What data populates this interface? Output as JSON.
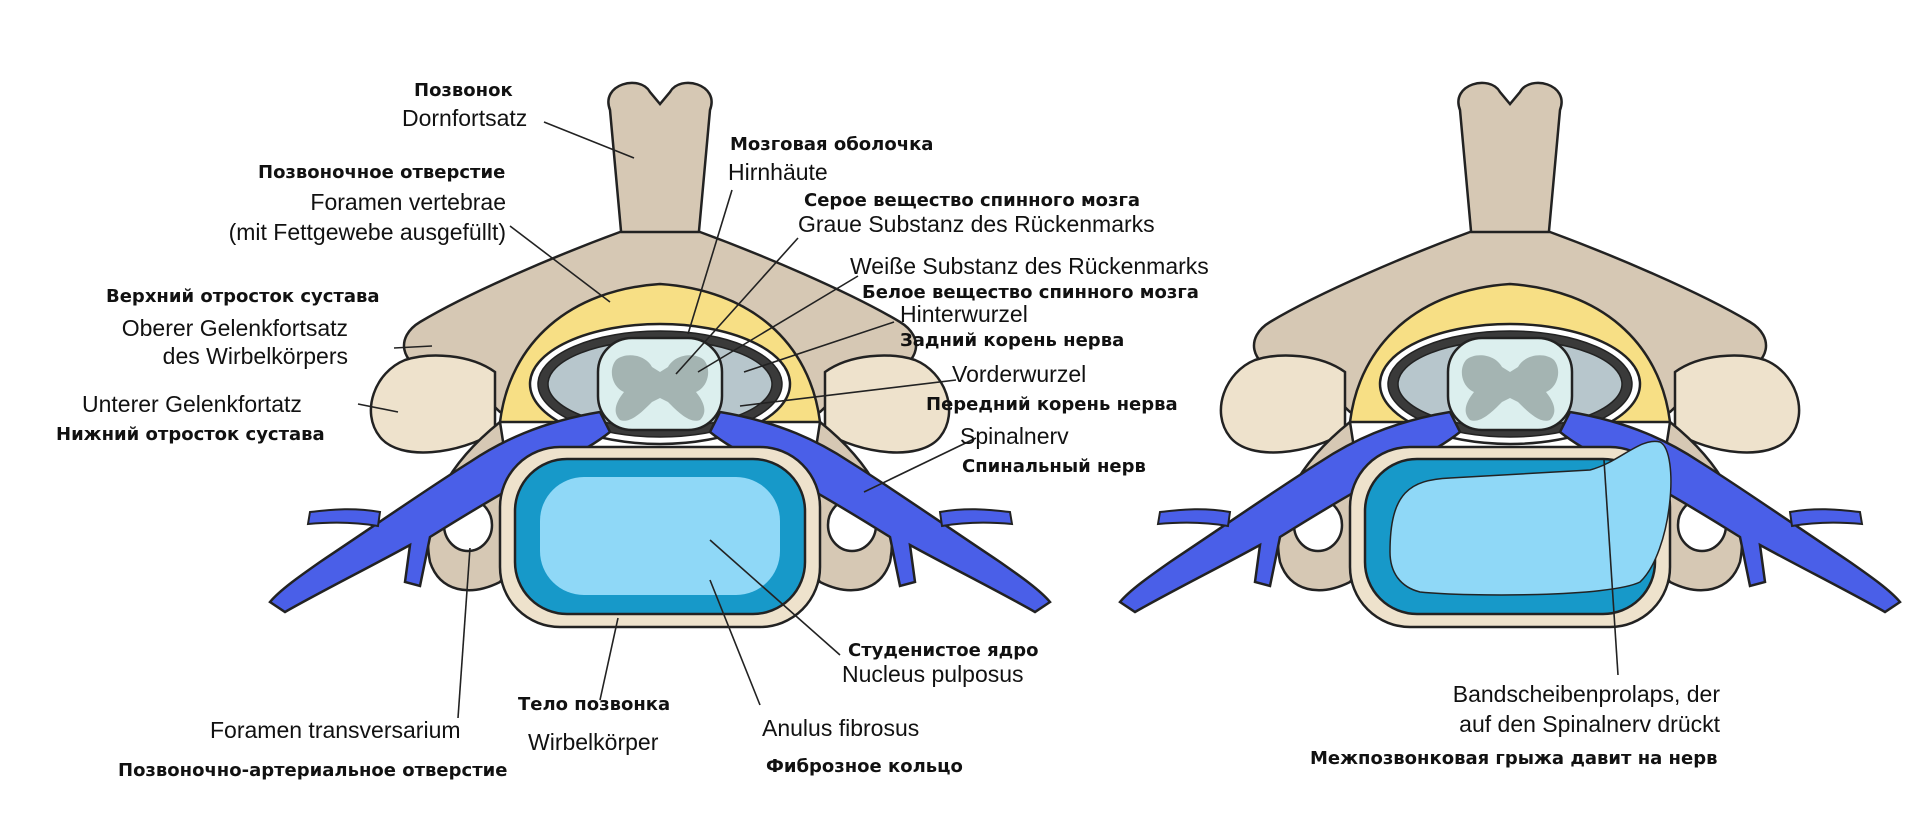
{
  "labels": {
    "vertebra_ru": "Позвонок",
    "dornfortsatz": "Dornfortsatz",
    "foramen_vertebrae_ru": "Позвоночное отверстие",
    "foramen_vertebrae_de": "Foramen vertebrae",
    "foramen_vertebrae_de2": "(mit Fettgewebe ausgefüllt)",
    "upper_process_ru": "Верхний отросток сустава",
    "upper_process_de": "Oberer Gelenkfortsatz",
    "upper_process_de2": "des Wirbelkörpers",
    "lower_process_de": "Unterer Gelenkfortatz",
    "lower_process_ru": "Нижний отросток сустава",
    "meninges_ru": "Мозговая оболочка",
    "meninges_de": "Hirnhäute",
    "grey_ru": "Серое вещество спинного мозга",
    "grey_de": "Graue Substanz des Rückenmarks",
    "white_de": "Weiße Substanz des Rückenmarks",
    "white_ru": "Белое вещество спинного мозга",
    "dorsal_root_de": "Hinterwurzel",
    "dorsal_root_ru": "Задний корень нерва",
    "ventral_root_de": "Vorderwurzel",
    "ventral_root_ru": "Передний корень нерва",
    "spinal_nerve_de": "Spinalnerv",
    "spinal_nerve_ru": "Спинальный нерв",
    "nucleus_ru": "Студенистое ядро",
    "nucleus_de": "Nucleus pulposus",
    "anulus_de": "Anulus fibrosus",
    "anulus_ru": "Фиброзное кольцо",
    "body_ru": "Тело позвонка",
    "body_de": "Wirbelkörper",
    "transversarium_de": "Foramen transversarium",
    "transversarium_ru": "Позвоночно-артериальное отверстие",
    "prolapse_de": "Bandscheibenprolaps, der",
    "prolapse_de2": "auf den Spinalnerv drückt",
    "prolapse_ru": "Межпозвонковая грыжа давит на нерв"
  },
  "colors": {
    "bone": "#d6c8b4",
    "bone_light": "#eee2cc",
    "fat": "#f7df85",
    "nerve": "#4a5fe8",
    "anulus": "#1799c9",
    "nucleus": "#8fd8f7",
    "grey_matter": "#a4b4b2",
    "white_matter": "#dcefee",
    "meninges": "#3a3a3a",
    "outline": "#222222"
  }
}
